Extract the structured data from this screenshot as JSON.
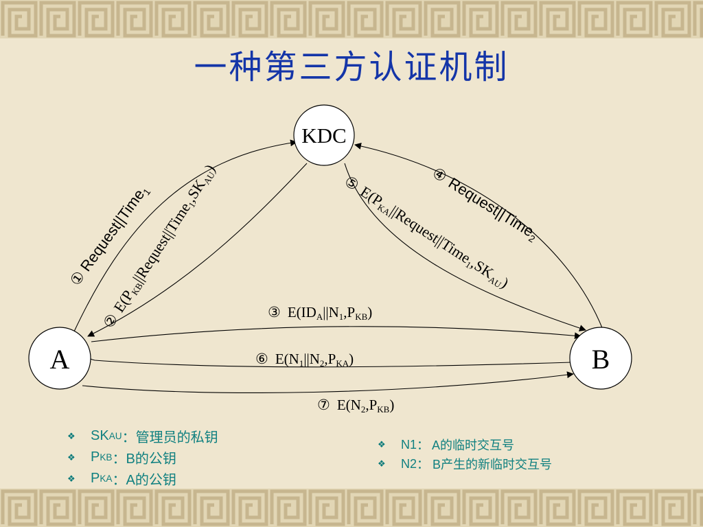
{
  "title": "一种第三方认证机制",
  "nodes": {
    "kdc": "KDC",
    "a": "A",
    "b": "B"
  },
  "messages": {
    "m1": {
      "num": "①",
      "text": "Request||Time",
      "sub": "1"
    },
    "m2": {
      "num": "②",
      "parts": [
        "E(P",
        "KB",
        "||Request||Time",
        "1",
        ",SK",
        "AU",
        ")"
      ]
    },
    "m3": {
      "num": "③",
      "parts": [
        "E(ID",
        "A",
        "||N",
        "1",
        ",P",
        "KB",
        ")"
      ]
    },
    "m4": {
      "num": "④",
      "text": "Request||Time",
      "sub": "2"
    },
    "m5": {
      "num": "⑤",
      "parts": [
        "E(P",
        "KA",
        "||Request||Time",
        "1",
        ",SK",
        "AU",
        ")"
      ]
    },
    "m6": {
      "num": "⑥",
      "parts": [
        "E(N",
        "1",
        "||N",
        "2",
        ",P",
        "KA",
        ")"
      ]
    },
    "m7": {
      "num": "⑦",
      "parts": [
        "E(N",
        "2",
        ",P",
        "KB",
        ")"
      ]
    }
  },
  "legend_left": [
    {
      "key": "SK",
      "sub": "AU",
      "desc": "：管理员的私钥"
    },
    {
      "key": "P",
      "sub": "KB",
      "desc": "：B的公钥"
    },
    {
      "key": "P",
      "sub": "KA",
      "desc": "：A的公钥"
    }
  ],
  "legend_right": [
    {
      "key": "N1",
      "desc": "： A的临时交互号"
    },
    {
      "key": "N2",
      "desc": "： B产生的新临时交互号"
    }
  ],
  "bullet_icon": "❖",
  "colors": {
    "title": "#1435a8",
    "legend_text": "#108080",
    "background": "#efe6cf"
  }
}
